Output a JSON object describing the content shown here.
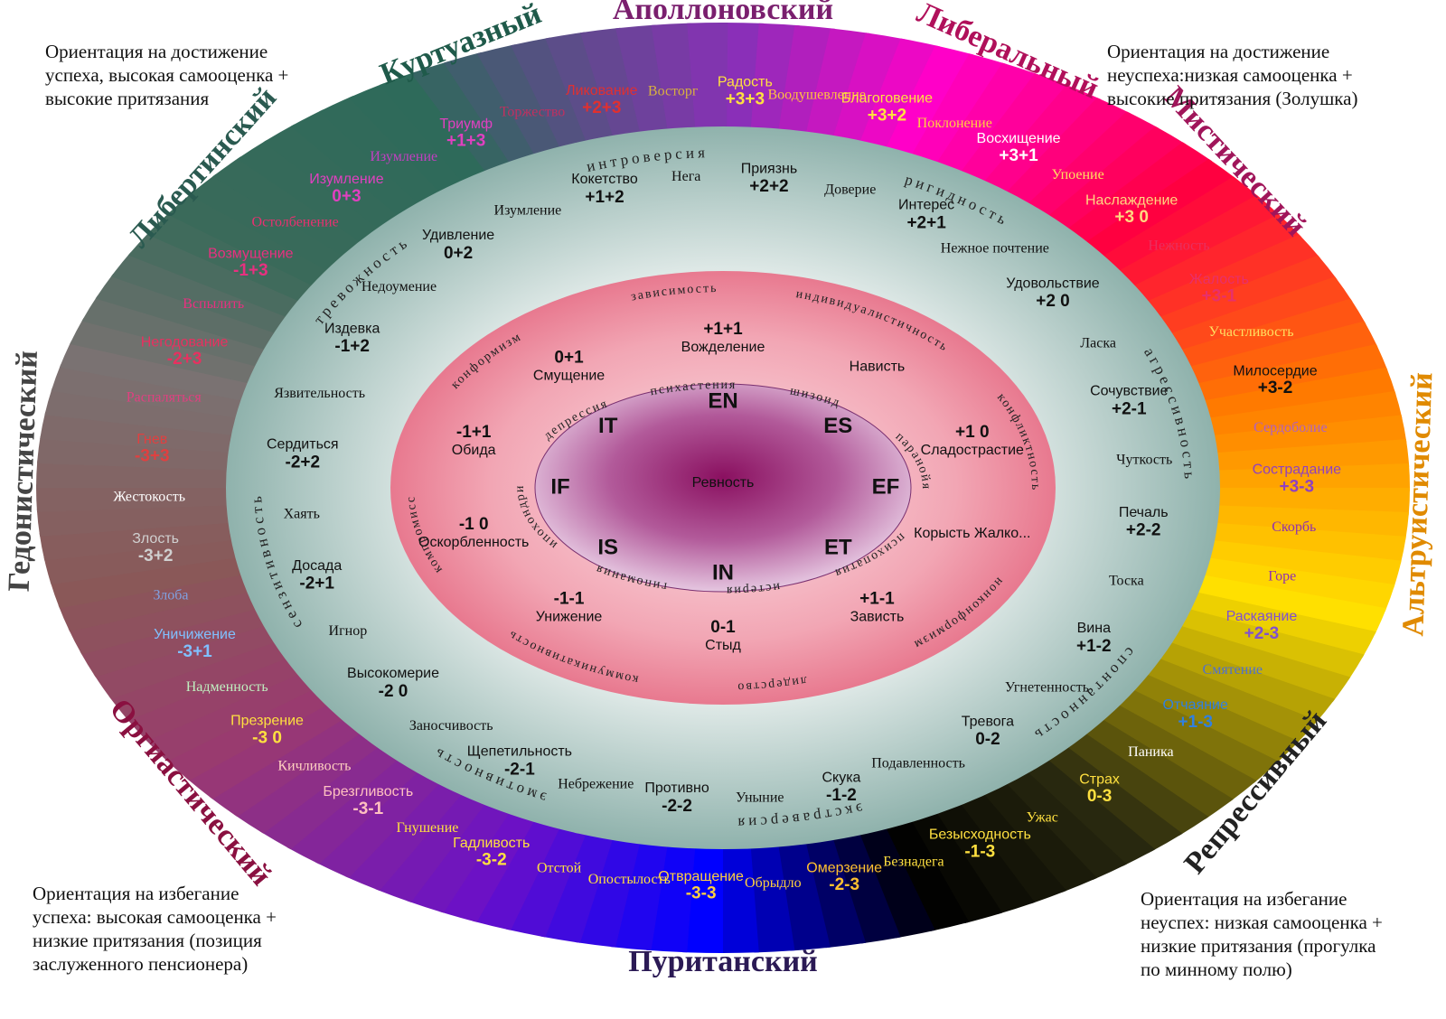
{
  "corner_notes": {
    "top_left": [
      "Ориентация на достижение",
      "успеха, высокая самооценка +",
      "высокие притязания"
    ],
    "top_right": [
      "Ориентация на достижение",
      "неуспеха:низкая самооценка +",
      "высокие притязания (Золушка)"
    ],
    "bottom_left": [
      "Ориентация на избегание",
      "успеха: высокая самооценка +",
      "низкие притязания (позиция",
      "заслуженного пенсионера)"
    ],
    "bottom_right": [
      "Ориентация на избегание",
      "неуспех: низкая самооценка +",
      "низкие притязания (прогулка",
      "по минному полю)"
    ]
  },
  "sectors": [
    {
      "label": "Аполлоновский",
      "color": "#7a1f6e"
    },
    {
      "label": "Либеральный",
      "color": "#b0105a"
    },
    {
      "label": "Мистический",
      "color": "#a0155a"
    },
    {
      "label": "Альтруистический",
      "color": "#e08a00"
    },
    {
      "label": "Репрессивный",
      "color": "#222222"
    },
    {
      "label": "Пуританский",
      "color": "#2b1a55"
    },
    {
      "label": "Оргиастический",
      "color": "#8a1040"
    },
    {
      "label": "Гедонистический",
      "color": "#444444"
    },
    {
      "label": "Либертинский",
      "color": "#2a5a50"
    },
    {
      "label": "Куртуазный",
      "color": "#1f5a4a"
    }
  ],
  "outer_items": [
    {
      "name": "Восторг",
      "code": "",
      "color": "#d8b040"
    },
    {
      "name": "Радость",
      "code": "+3+3",
      "color": "#ffe040"
    },
    {
      "name": "Воодушевление",
      "code": "",
      "color": "#ffc040"
    },
    {
      "name": "Благоговение",
      "code": "+3+2",
      "color": "#ffe040"
    },
    {
      "name": "Поклонение",
      "code": "",
      "color": "#ffd040"
    },
    {
      "name": "Восхищение",
      "code": "+3+1",
      "color": "#ffffff"
    },
    {
      "name": "Упоение",
      "code": "",
      "color": "#ffe060"
    },
    {
      "name": "Наслаждение",
      "code": "+3 0",
      "color": "#ffd880"
    },
    {
      "name": "Нежность",
      "code": "",
      "color": "#e83060"
    },
    {
      "name": "Жалость",
      "code": "+3-1",
      "color": "#e8306a"
    },
    {
      "name": "Участливость",
      "code": "",
      "color": "#ffe060"
    },
    {
      "name": "Милосердие",
      "code": "+3-2",
      "color": "#111111"
    },
    {
      "name": "Сердоболие",
      "code": "",
      "color": "#b060c0"
    },
    {
      "name": "Сострадание",
      "code": "+3-3",
      "color": "#9040c0"
    },
    {
      "name": "Скорбь",
      "code": "",
      "color": "#9030b0"
    },
    {
      "name": "Горе",
      "code": "",
      "color": "#9030b0"
    },
    {
      "name": "Раскаяние",
      "code": "+2-3",
      "color": "#8050d0"
    },
    {
      "name": "Смятение",
      "code": "",
      "color": "#5070d0"
    },
    {
      "name": "Отчаяние",
      "code": "+1-3",
      "color": "#3080e0"
    },
    {
      "name": "Паника",
      "code": "",
      "color": "#ffffff"
    },
    {
      "name": "Страх",
      "code": "0-3",
      "color": "#ffe040"
    },
    {
      "name": "Ужас",
      "code": "",
      "color": "#ffe040"
    },
    {
      "name": "Безысходность",
      "code": "-1-3",
      "color": "#ffe040"
    },
    {
      "name": "Безнадега",
      "code": "",
      "color": "#ffe040"
    },
    {
      "name": "Омерзение",
      "code": "-2-3",
      "color": "#ffc030"
    },
    {
      "name": "Обрыдло",
      "code": "",
      "color": "#ffd040"
    },
    {
      "name": "Отвращение",
      "code": "-3-3",
      "color": "#ffd040"
    },
    {
      "name": "Опостылость",
      "code": "",
      "color": "#ffe040"
    },
    {
      "name": "Отстой",
      "code": "",
      "color": "#ffe040"
    },
    {
      "name": "Гадливость",
      "code": "-3-2",
      "color": "#ffe040"
    },
    {
      "name": "Гнушение",
      "code": "",
      "color": "#ffe040"
    },
    {
      "name": "Брезгливость",
      "code": "-3-1",
      "color": "#ffc0c0"
    },
    {
      "name": "Кичливость",
      "code": "",
      "color": "#ffd0c0"
    },
    {
      "name": "Презрение",
      "code": "-3 0",
      "color": "#ffe040"
    },
    {
      "name": "Надменность",
      "code": "",
      "color": "#c0f0c0"
    },
    {
      "name": "Уничижение",
      "code": "-3+1",
      "color": "#80c0ff"
    },
    {
      "name": "Злоба",
      "code": "",
      "color": "#80a0e0"
    },
    {
      "name": "Злость",
      "code": "-3+2",
      "color": "#d0d0d0"
    },
    {
      "name": "Жестокость",
      "code": "",
      "color": "#ffffff"
    },
    {
      "name": "Гнев",
      "code": "-3+3",
      "color": "#e04040"
    },
    {
      "name": "Распаляться",
      "code": "",
      "color": "#e04080"
    },
    {
      "name": "Негодование",
      "code": "-2+3",
      "color": "#e83060"
    },
    {
      "name": "Вспылить",
      "code": "",
      "color": "#e83080"
    },
    {
      "name": "Возмущение",
      "code": "-1+3",
      "color": "#e83080"
    },
    {
      "name": "Остолбенение",
      "code": "",
      "color": "#e83070"
    },
    {
      "name": "Изумление",
      "code": "0+3",
      "color": "#e040c0"
    },
    {
      "name": "Изумление",
      "code": "",
      "color": "#c040c0"
    },
    {
      "name": "Триумф",
      "code": "+1+3",
      "color": "#e040c0"
    },
    {
      "name": "Торжество",
      "code": "",
      "color": "#c03060"
    },
    {
      "name": "Ликование",
      "code": "+2+3",
      "color": "#e03030"
    }
  ],
  "middle_items": [
    {
      "name": "Нега",
      "code": ""
    },
    {
      "name": "Приязнь",
      "code": "+2+2"
    },
    {
      "name": "Доверие",
      "code": ""
    },
    {
      "name": "Интерес",
      "code": "+2+1"
    },
    {
      "name": "Нежное почтение",
      "code": ""
    },
    {
      "name": "Удовольствие",
      "code": "+2 0"
    },
    {
      "name": "Ласка",
      "code": ""
    },
    {
      "name": "Сочувствие",
      "code": "+2-1"
    },
    {
      "name": "Чуткость",
      "code": ""
    },
    {
      "name": "Печаль",
      "code": "+2-2"
    },
    {
      "name": "Тоска",
      "code": ""
    },
    {
      "name": "Вина",
      "code": "+1-2"
    },
    {
      "name": "Угнетенность",
      "code": ""
    },
    {
      "name": "Тревога",
      "code": "0-2"
    },
    {
      "name": "Подавленность",
      "code": ""
    },
    {
      "name": "Скука",
      "code": "-1-2"
    },
    {
      "name": "Уныние",
      "code": ""
    },
    {
      "name": "Противно",
      "code": "-2-2"
    },
    {
      "name": "Небрежение",
      "code": ""
    },
    {
      "name": "Щепетильность",
      "code": "-2-1"
    },
    {
      "name": "Заносчивость",
      "code": ""
    },
    {
      "name": "Высокомерие",
      "code": "-2 0"
    },
    {
      "name": "Игнор",
      "code": ""
    },
    {
      "name": "Досада",
      "code": "-2+1"
    },
    {
      "name": "Хаять",
      "code": ""
    },
    {
      "name": "Сердиться",
      "code": "-2+2"
    },
    {
      "name": "Язвительность",
      "code": ""
    },
    {
      "name": "Издевка",
      "code": "-1+2"
    },
    {
      "name": "Недоумение",
      "code": ""
    },
    {
      "name": "Удивление",
      "code": "0+2"
    },
    {
      "name": "Изумление",
      "code": ""
    },
    {
      "name": "Кокетство",
      "code": "+1+2"
    }
  ],
  "middle_ring_words": [
    "экстраверсия",
    "эмотивность",
    "сензитивность",
    "тревожность",
    "интроверсия",
    "ригидность",
    "агрессивность",
    "спонтанность"
  ],
  "inner_items": [
    {
      "name": "Вожделение",
      "code": "+1+1"
    },
    {
      "name": "Нависть",
      "code": ""
    },
    {
      "name": "Сладострастие",
      "code": "+1 0"
    },
    {
      "name": "Корысть Жалко...",
      "code": ""
    },
    {
      "name": "Зависть",
      "code": "+1-1"
    },
    {
      "name": "Стыд",
      "code": "0-1"
    },
    {
      "name": "Унижение",
      "code": "-1-1"
    },
    {
      "name": "Оскорбленность",
      "code": "-1 0"
    },
    {
      "name": "Обида",
      "code": "-1+1"
    },
    {
      "name": "Смущение",
      "code": "0+1"
    }
  ],
  "inner_ring_words": [
    "лидерство",
    "коммуникативность",
    "компромисс",
    "конформизм",
    "зависимость",
    "индивидуалистичность",
    "конфликтность",
    "нонконформизм"
  ],
  "core_ring_words": [
    "истерия",
    "гипомания",
    "ипохондрия",
    "депрессия",
    "психастения",
    "шизоид",
    "паранойя",
    "психопатия"
  ],
  "core_types": [
    "EN",
    "ES",
    "EF",
    "ET",
    "IN",
    "IS",
    "IF",
    "IT"
  ],
  "center_label": "Ревность"
}
